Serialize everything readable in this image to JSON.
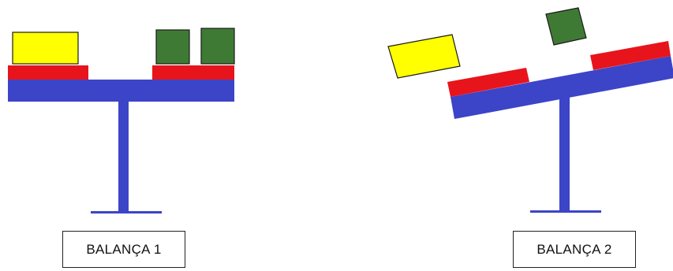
{
  "colors": {
    "beam": "#3c44c8",
    "pad": "#e8141c",
    "yellow_block": "#ffff00",
    "green_block": "#3f7a34",
    "outline": "#1a1a1a",
    "background": "#ffffff"
  },
  "balances": [
    {
      "label": "BALANÇA 1",
      "state": "level"
    },
    {
      "label": "BALANÇA 2",
      "state": "tilted, right side higher; blocks in the air"
    }
  ]
}
